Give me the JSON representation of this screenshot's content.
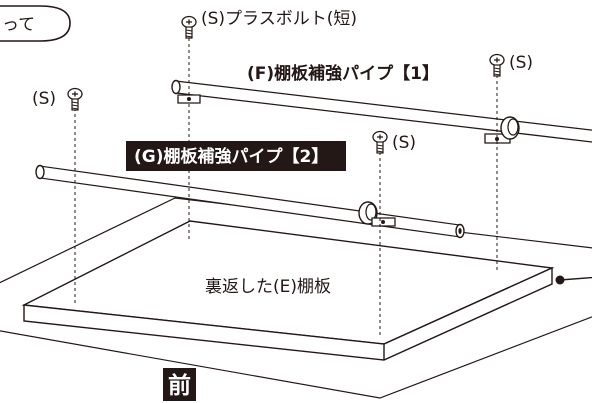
{
  "callout_fragment": "って",
  "labels": {
    "screw_main": "(S)プラスボルト(短)",
    "screw_left": "(S)",
    "screw_pipe_f": "(S)",
    "screw_pipe_g": "(S)",
    "pipe_f": "(F)棚板補強パイプ【1】",
    "pipe_g": "(G)棚板補強パイプ【2】",
    "shelf": "裏返した(E)棚板",
    "front": "前"
  },
  "colors": {
    "ink": "#231815",
    "label_bg": "#231815",
    "label_text": "#ffffff",
    "page": "#ffffff"
  },
  "icons": {
    "screw": "phillips-bolt-icon",
    "bracket": "pipe-bracket-icon",
    "leader_dot": "leader-dot-icon"
  }
}
